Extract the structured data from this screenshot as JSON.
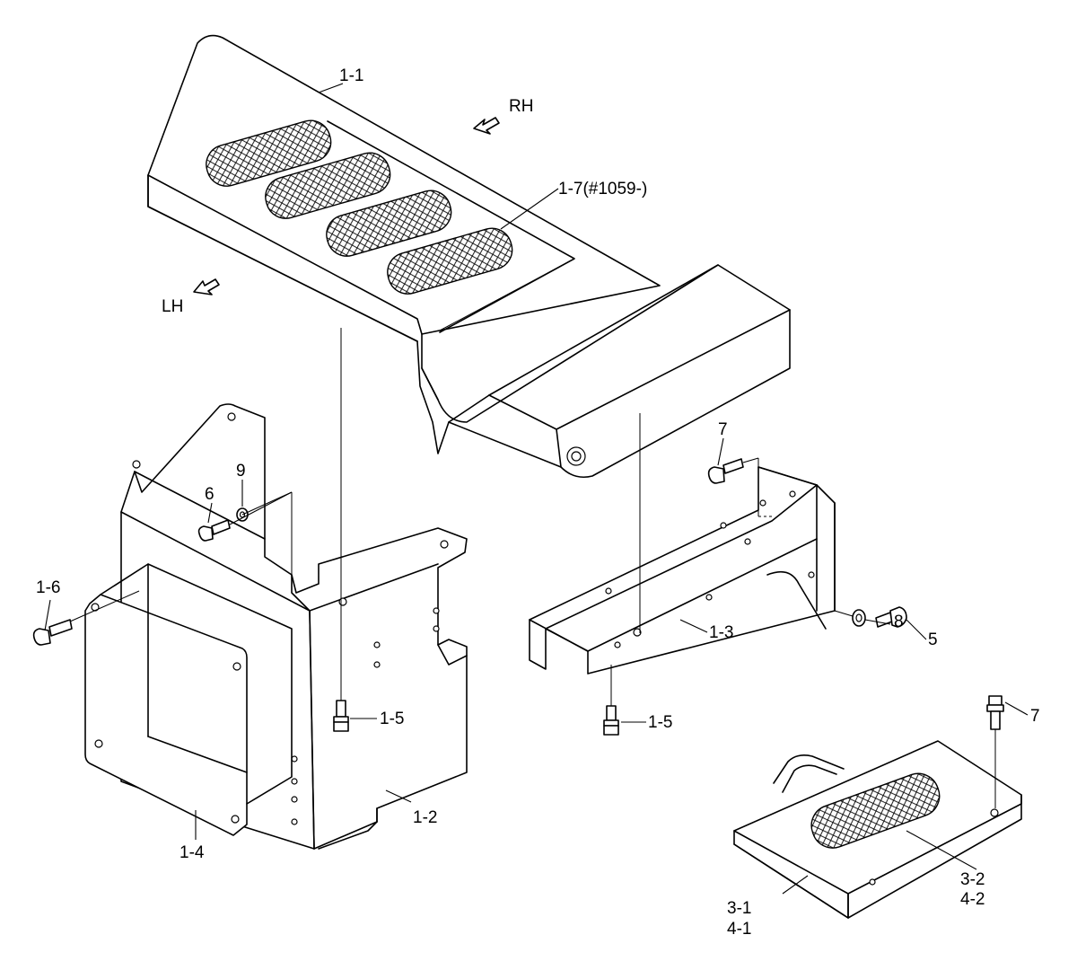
{
  "labels": {
    "cover_top": "1-1",
    "mesh_top": "1-7(#1059-)",
    "bracket_left": "1-2",
    "bracket_right": "1-3",
    "plate": "1-4",
    "bolt_1_5_a": "1-5",
    "bolt_1_5_b": "1-5",
    "bolt_1_6": "1-6",
    "bolt_5": "5",
    "bolt_6": "6",
    "bolt_7_a": "7",
    "bolt_7_b": "7",
    "washer_8": "8",
    "washer_9": "9",
    "step_a": "3-1",
    "step_b": "4-1",
    "step_mesh_a": "3-2",
    "step_mesh_b": "4-2"
  },
  "directions": {
    "right": "RH",
    "left": "LH"
  }
}
